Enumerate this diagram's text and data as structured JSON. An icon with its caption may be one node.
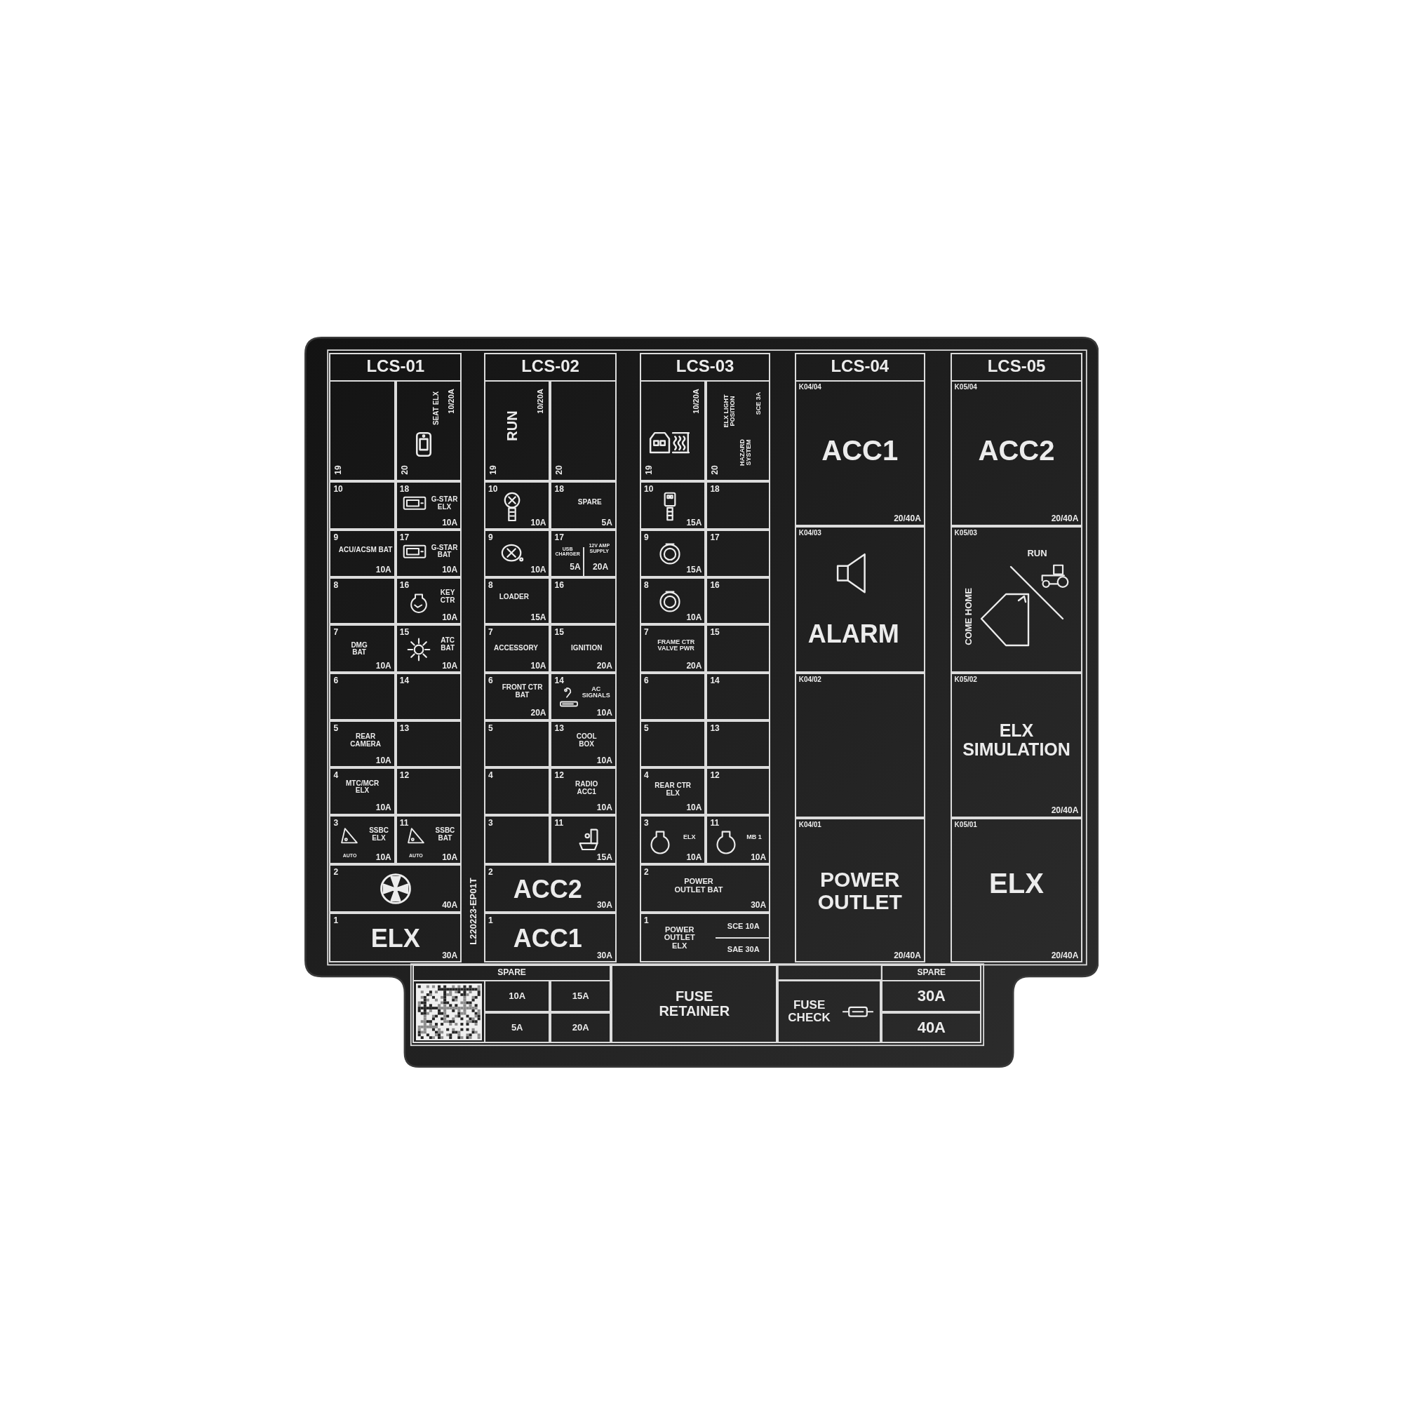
{
  "diagram": {
    "nodes": [
      {
        "text": [
          "LCS-01"
        ]
      },
      {
        "text": [
          "19"
        ],
        "in": 0
      },
      {
        "text": [
          "20",
          "SEAT ELX",
          "10/20A"
        ],
        "in": 0
      },
      {
        "text": [
          "10"
        ],
        "in": 0
      },
      {
        "text": [
          "18",
          "G-STAR ELX",
          "10A"
        ],
        "in": 0
      },
      {
        "text": [
          "9",
          "ACU/ACSM BAT",
          "10A"
        ],
        "in": 0
      },
      {
        "text": [
          "17",
          "G-STAR BAT",
          "10A"
        ],
        "in": 0
      },
      {
        "text": [
          "8"
        ],
        "in": 0
      },
      {
        "text": [
          "16",
          "KEY CTR",
          "10A"
        ],
        "in": 0
      },
      {
        "text": [
          "7",
          "DMG BAT",
          "10A"
        ],
        "in": 0
      },
      {
        "text": [
          "15",
          "ATC BAT",
          "10A"
        ],
        "in": 0
      },
      {
        "text": [
          "6"
        ],
        "in": 0
      },
      {
        "text": [
          "14"
        ],
        "in": 0
      },
      {
        "text": [
          "5",
          "REAR CAMERA",
          "10A"
        ],
        "in": 0
      },
      {
        "text": [
          "13"
        ],
        "in": 0
      },
      {
        "text": [
          "4",
          "MTC/MCR ELX",
          "10A"
        ],
        "in": 0
      },
      {
        "text": [
          "12"
        ],
        "in": 0
      },
      {
        "text": [
          "3",
          "AUTO",
          "SSBC ELX",
          "10A"
        ],
        "in": 0
      },
      {
        "text": [
          "11",
          "AUTO",
          "SSBC BAT",
          "10A"
        ],
        "in": 0
      },
      {
        "text": [
          "2",
          "40A"
        ],
        "in": 0
      },
      {
        "text": [
          "1",
          "ELX",
          "30A"
        ],
        "in": 0
      },
      {
        "text": [
          "LCS-02"
        ]
      },
      {
        "text": [
          "19",
          "RUN",
          "10/20A"
        ],
        "in": 21
      },
      {
        "text": [
          "20"
        ],
        "in": 21
      },
      {
        "text": [
          "10",
          "10A"
        ],
        "in": 21
      },
      {
        "text": [
          "18",
          "SPARE",
          "5A"
        ],
        "in": 21
      },
      {
        "text": [
          "9",
          "10A"
        ],
        "in": 21
      },
      {
        "text": [
          "17",
          "USB CHARGER",
          "5A",
          "12V AMP SUPPLY",
          "20A"
        ],
        "in": 21
      },
      {
        "text": [
          "8",
          "LOADER",
          "15A"
        ],
        "in": 21
      },
      {
        "text": [
          "16"
        ],
        "in": 21
      },
      {
        "text": [
          "7",
          "ACCESSORY",
          "10A"
        ],
        "in": 21
      },
      {
        "text": [
          "15",
          "IGNITION",
          "20A"
        ],
        "in": 21
      },
      {
        "text": [
          "6",
          "FRONT CTR BAT",
          "20A"
        ],
        "in": 21
      },
      {
        "text": [
          "14",
          "AC SIGNALS",
          "10A"
        ],
        "in": 21
      },
      {
        "text": [
          "5"
        ],
        "in": 21
      },
      {
        "text": [
          "13",
          "COOL BOX",
          "10A"
        ],
        "in": 21
      },
      {
        "text": [
          "4"
        ],
        "in": 21
      },
      {
        "text": [
          "12",
          "RADIO ACC1",
          "10A"
        ],
        "in": 21
      },
      {
        "text": [
          "3"
        ],
        "in": 21
      },
      {
        "text": [
          "11",
          "15A"
        ],
        "in": 21
      },
      {
        "text": [
          "2",
          "ACC2",
          "30A"
        ],
        "in": 21
      },
      {
        "text": [
          "1",
          "ACC1",
          "30A"
        ],
        "in": 21
      },
      {
        "text": [
          "LCS-03"
        ]
      },
      {
        "text": [
          "19",
          "10/20A"
        ],
        "in": 42
      },
      {
        "text": [
          "20",
          "ELX LIGHT POSITION",
          "SCE 3A",
          "HAZARD SYSTEM"
        ],
        "in": 42
      },
      {
        "text": [
          "10",
          "15A"
        ],
        "in": 42
      },
      {
        "text": [
          "18"
        ],
        "in": 42
      },
      {
        "text": [
          "9",
          "15A"
        ],
        "in": 42
      },
      {
        "text": [
          "17"
        ],
        "in": 42
      },
      {
        "text": [
          "8",
          "10A"
        ],
        "in": 42
      },
      {
        "text": [
          "16"
        ],
        "in": 42
      },
      {
        "text": [
          "7",
          "FRAME CTR VALVE PWR",
          "20A"
        ],
        "in": 42
      },
      {
        "text": [
          "15"
        ],
        "in": 42
      },
      {
        "text": [
          "6"
        ],
        "in": 42
      },
      {
        "text": [
          "14"
        ],
        "in": 42
      },
      {
        "text": [
          "5"
        ],
        "in": 42
      },
      {
        "text": [
          "13"
        ],
        "in": 42
      },
      {
        "text": [
          "4",
          "REAR CTR ELX",
          "10A"
        ],
        "in": 42
      },
      {
        "text": [
          "12"
        ],
        "in": 42
      },
      {
        "text": [
          "3",
          "ELX",
          "10A"
        ],
        "in": 42
      },
      {
        "text": [
          "11",
          "MB 1",
          "10A"
        ],
        "in": 42
      },
      {
        "text": [
          "2",
          "POWER OUTLET BAT",
          "30A"
        ],
        "in": 42
      },
      {
        "text": [
          "1",
          "POWER OUTLET ELX",
          "SCE 10A",
          "SAE 30A"
        ],
        "in": 42
      },
      {
        "text": [
          "LCS-04"
        ]
      },
      {
        "text": [
          "K04/04",
          "ACC1",
          "20/40A"
        ],
        "in": 63
      },
      {
        "text": [
          "K04/03",
          "ALARM"
        ],
        "in": 63
      },
      {
        "text": [
          "K04/02"
        ],
        "in": 63
      },
      {
        "text": [
          "K04/01",
          "POWER OUTLET",
          "20/40A"
        ],
        "in": 63
      },
      {
        "text": [
          "LCS-05"
        ]
      },
      {
        "text": [
          "K05/04",
          "ACC2",
          "20/40A"
        ],
        "in": 68
      },
      {
        "text": [
          "K05/03",
          "COME HOME",
          "RUN"
        ],
        "in": 68
      },
      {
        "text": [
          "K05/02",
          "ELX SIMULATION",
          "20/40A"
        ],
        "in": 68
      },
      {
        "text": [
          "K05/01",
          "ELX",
          "20/40A"
        ],
        "in": 68
      },
      {
        "text": [
          "SPARE"
        ]
      },
      {
        "text": [
          "10A"
        ],
        "in": 73
      },
      {
        "text": [
          "15A"
        ],
        "in": 73
      },
      {
        "text": [
          "5A"
        ],
        "in": 73
      },
      {
        "text": [
          "20A"
        ],
        "in": 73
      },
      {
        "text": [
          "FUSE RETAINER"
        ]
      },
      {
        "text": [
          "FUSE CHECK"
        ]
      },
      {
        "text": [
          "SPARE"
        ]
      },
      {
        "text": [
          "30A"
        ],
        "in": 80
      },
      {
        "text": [
          "40A"
        ],
        "in": 80
      }
    ],
    "labels": [
      "L220223-EP01T"
    ]
  }
}
